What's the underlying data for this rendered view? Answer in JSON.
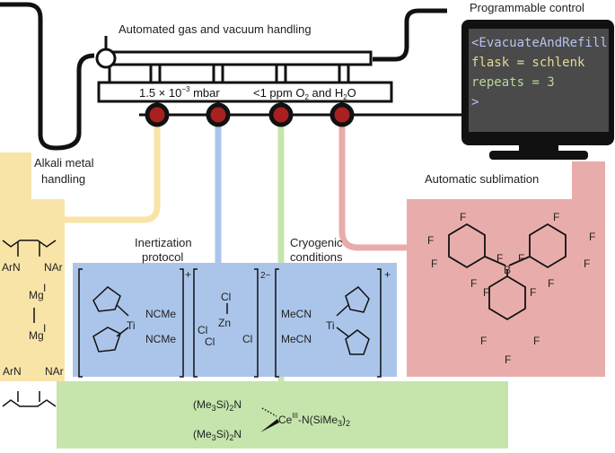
{
  "manifold": {
    "title": "Automated gas and vacuum handling",
    "pressure": "1.5 × 10",
    "pressure_exp": "−3",
    "pressure_unit": " mbar",
    "atmosphere": "<1 ppm O",
    "atmosphere_sub": "2",
    "atmosphere_mid": " and H",
    "atmosphere_sub2": "2",
    "atmosphere_end": "O"
  },
  "control": {
    "title": "Programmable control",
    "lines": [
      {
        "text": "<EvacuateAndRefill",
        "color": "#b8c2ee"
      },
      {
        "text": "flask = schlenk",
        "color": "#e6d99a"
      },
      {
        "text": "repeats = 3",
        "color": "#b6d69a"
      },
      {
        "text": ">",
        "color": "#b8c2ee"
      }
    ]
  },
  "colors": {
    "yellow": "#f9e4a8",
    "blue": "#abc5ea",
    "green": "#c6e5ad",
    "red": "#e8adab",
    "valve": "#a82020",
    "screen": "#4a4a4a"
  },
  "sections": {
    "alkali": {
      "label_1": "Alkali metal",
      "label_2": "handling",
      "chem": [
        "ArN",
        "NAr",
        "Mg",
        "I",
        "Mg",
        "I",
        "ArN",
        "NAr"
      ]
    },
    "inertization": {
      "label_1": "Inertization",
      "label_2": "protocol"
    },
    "cryogenic": {
      "label_1": "Cryogenic",
      "label_2": "conditions"
    },
    "sublimation": {
      "label": "Automatic sublimation",
      "chem_center": "B",
      "chem_sub": "F"
    },
    "titanium": {
      "ligand": "NCMe",
      "ligand_rev": "MeCN",
      "metal": "Ti",
      "charge": "+",
      "zn": "Zn",
      "cl": "Cl",
      "zn_charge": "2−"
    },
    "cerium": {
      "left_top": "(Me",
      "sub3": "3",
      "si": "Si)",
      "sub2": "2",
      "n": "N",
      "ce": "Ce",
      "ox": "III",
      "right": "N(SiMe",
      "right_end": ")"
    }
  }
}
